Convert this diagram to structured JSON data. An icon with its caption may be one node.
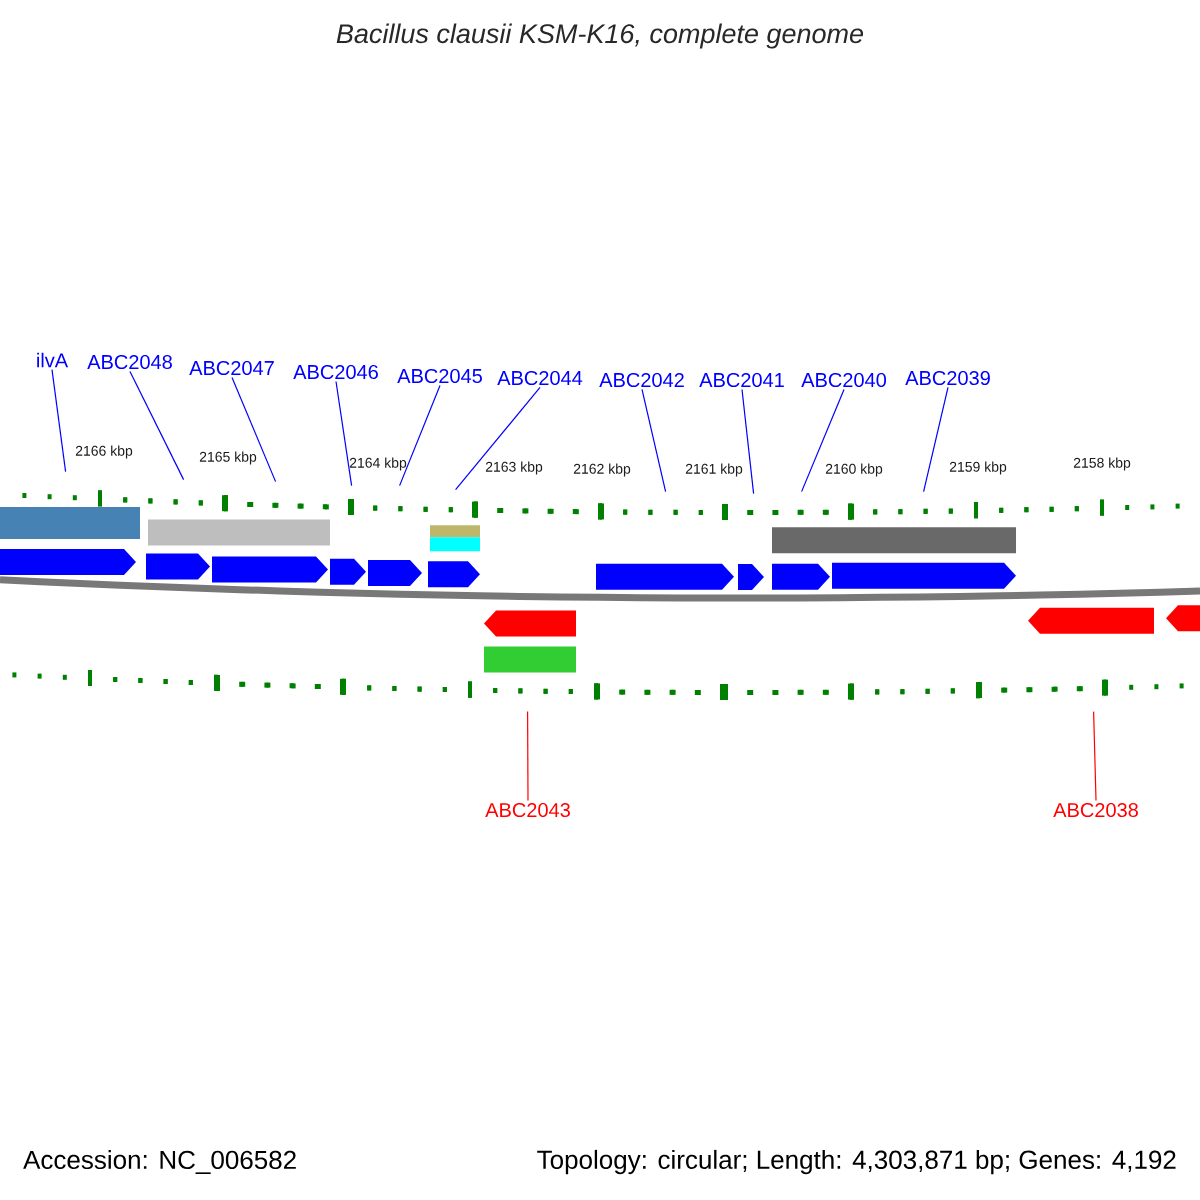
{
  "diagram": {
    "title": "Bacillus clausii KSM-K16, complete genome",
    "nodes": [
      {
        "text": [
          "ilvA"
        ]
      },
      {
        "text": [
          "ABC2048"
        ]
      },
      {
        "text": [
          "ABC2047"
        ]
      },
      {
        "text": [
          "ABC2046"
        ]
      },
      {
        "text": [
          "ABC2045"
        ]
      },
      {
        "text": [
          "ABC2044"
        ]
      },
      {
        "text": [
          "ABC2042"
        ]
      },
      {
        "text": [
          "ABC2041"
        ]
      },
      {
        "text": [
          "ABC2040"
        ]
      },
      {
        "text": [
          "ABC2039"
        ]
      },
      {
        "text": [
          "ABC2043"
        ]
      },
      {
        "text": [
          "ABC2038"
        ]
      },
      {
        "text": [],
        "shape": "scale"
      },
      {
        "text": [],
        "shape": "scale"
      }
    ],
    "edges": [
      {
        "from": 0,
        "to": 12,
        "arrow": "none"
      },
      {
        "from": 1,
        "to": 12,
        "arrow": "none"
      },
      {
        "from": 2,
        "to": 12,
        "arrow": "none"
      },
      {
        "from": 3,
        "to": 12,
        "arrow": "none"
      },
      {
        "from": 4,
        "to": 12,
        "arrow": "none"
      },
      {
        "from": 5,
        "to": 12,
        "arrow": "none"
      },
      {
        "from": 6,
        "to": 12,
        "arrow": "none"
      },
      {
        "from": 7,
        "to": 12,
        "arrow": "none"
      },
      {
        "from": 8,
        "to": 12,
        "arrow": "none"
      },
      {
        "from": 9,
        "to": 12,
        "arrow": "none"
      },
      {
        "from": 10,
        "to": 13,
        "arrow": "none",
        "color": "#ff0000"
      },
      {
        "from": 11,
        "to": 13,
        "arrow": "none",
        "color": "#ff0000"
      }
    ],
    "labels": [
      "2166 kbp",
      "2165 kbp",
      "2164 kbp",
      "2163 kbp",
      "2162 kbp",
      "2161 kbp",
      "2160 kbp",
      "2159 kbp",
      "2158 kbp",
      "Accession: NC_006582",
      "Topology: circular; Length: 4,303,871 bp; Genes: 4,192"
    ]
  }
}
